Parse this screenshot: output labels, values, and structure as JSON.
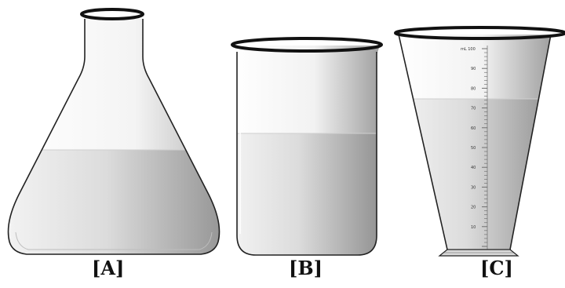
{
  "labels": {
    "a": "[A]",
    "b": "[B]",
    "c": "[C]"
  },
  "vessels": [
    {
      "id": "A",
      "type": "erlenmeyer-flask",
      "fill_level": 0.47
    },
    {
      "id": "B",
      "type": "beaker",
      "fill_level": 0.56
    },
    {
      "id": "C",
      "type": "graduated-conical-cylinder",
      "fill_level": 0.72
    }
  ],
  "graduated_scale": {
    "unit": "mL",
    "max": 100,
    "tick_labels": [
      "90",
      "80",
      "70",
      "60",
      "50",
      "40",
      "30",
      "20",
      "10"
    ]
  },
  "colors": {
    "liquid_light": "#f4f4f4",
    "liquid_dark": "#8e8e8e",
    "glass_light": "#ffffff",
    "glass_dark": "#9a9a9a",
    "outline": "#222222",
    "rim": "#111111"
  }
}
